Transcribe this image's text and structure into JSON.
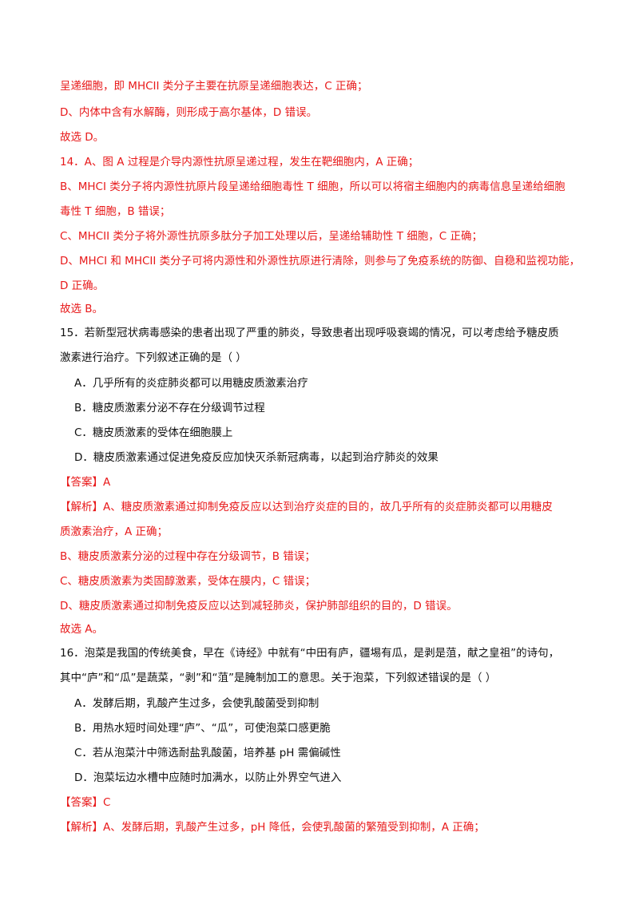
{
  "colors": {
    "accent_red": "#e8191a",
    "text_black": "#111111"
  },
  "lines": {
    "l1": "呈递细胞，即 MHCII 类分子主要在抗原呈递细胞表达，C 正确；",
    "l2": "D、内体中含有水解酶，则形成于高尔基体，D 错误。",
    "l3": "故选 D。",
    "l4": "14．A、图 A 过程是介导内源性抗原呈递过程，发生在靶细胞内，A 正确；",
    "l5": "B、MHCI 类分子将内源性抗原片段呈递给细胞毒性 T 细胞，所以可以将宿主细胞内的病毒信息呈递给细胞",
    "l6": "毒性 T 细胞，B 错误；",
    "l7": "C、MHCII 类分子将外源性抗原多肽分子加工处理以后，呈递给辅助性 T 细胞，C 正确；",
    "l8": "D、MHCI 和 MHCII 类分子可将内源性和外源性抗原进行清除，则参与了免疫系统的防御、自稳和监视功能，",
    "l9": "D 正确。",
    "l10": "故选 B。",
    "q15_line1": "15．若新型冠状病毒感染的患者出现了严重的肺炎，导致患者出现呼吸衰竭的情况，可以考虑给予糖皮质",
    "q15_line2": "激素进行治疗。下列叙述正确的是（    ）",
    "q15_optA": "A．几乎所有的炎症肺炎都可以用糖皮质激素治疗",
    "q15_optB": "B．糖皮质激素分泌不存在分级调节过程",
    "q15_optC": "C．糖皮质激素的受体在细胞膜上",
    "q15_optD": "D．糖皮质激素通过促进免疫反应加快灭杀新冠病毒，以起到治疗肺炎的效果",
    "q15_ans_tag": "【答案】",
    "q15_ans_val": "A",
    "q15_exp_tag": "【解析】",
    "q15_exp1": "A、糖皮质激素通过抑制免疫反应以达到治疗炎症的目的，故几乎所有的炎症肺炎都可以用糖皮",
    "q15_exp2": "质激素治疗，A 正确；",
    "q15_exp3": "B、糖皮质激素分泌的过程中存在分级调节，B 错误；",
    "q15_exp4": "C、糖皮质激素为类固醇激素，受体在膜内，C 错误；",
    "q15_exp5": "D、糖皮质激素通过抑制免疫反应以达到减轻肺炎，保护肺部组织的目的，D 错误。",
    "q15_exp6": "故选 A。",
    "q16_line1": "16．泡菜是我国的传统美食，早在《诗经》中就有“中田有庐，疆埸有瓜，是剥是菹，献之皇祖”的诗句，",
    "q16_line2": "其中“庐”和“瓜”是蔬菜，“剥”和“菹”是腌制加工的意思。关于泡菜，下列叙述错误的是（      ）",
    "q16_optA": "A．发酵后期，乳酸产生过多，会使乳酸菌受到抑制",
    "q16_optB": "B．用热水短时间处理“庐”、“瓜”，可使泡菜口感更脆",
    "q16_optC": "C．若从泡菜汁中筛选耐盐乳酸菌，培养基 pH 需偏碱性",
    "q16_optD": "D．泡菜坛边水槽中应随时加满水，以防止外界空气进入",
    "q16_ans_tag": "【答案】",
    "q16_ans_val": "C",
    "q16_exp_tag": "【解析】",
    "q16_exp1": "A、发酵后期，乳酸产生过多，pH 降低，会使乳酸菌的繁殖受到抑制，A 正确；"
  }
}
